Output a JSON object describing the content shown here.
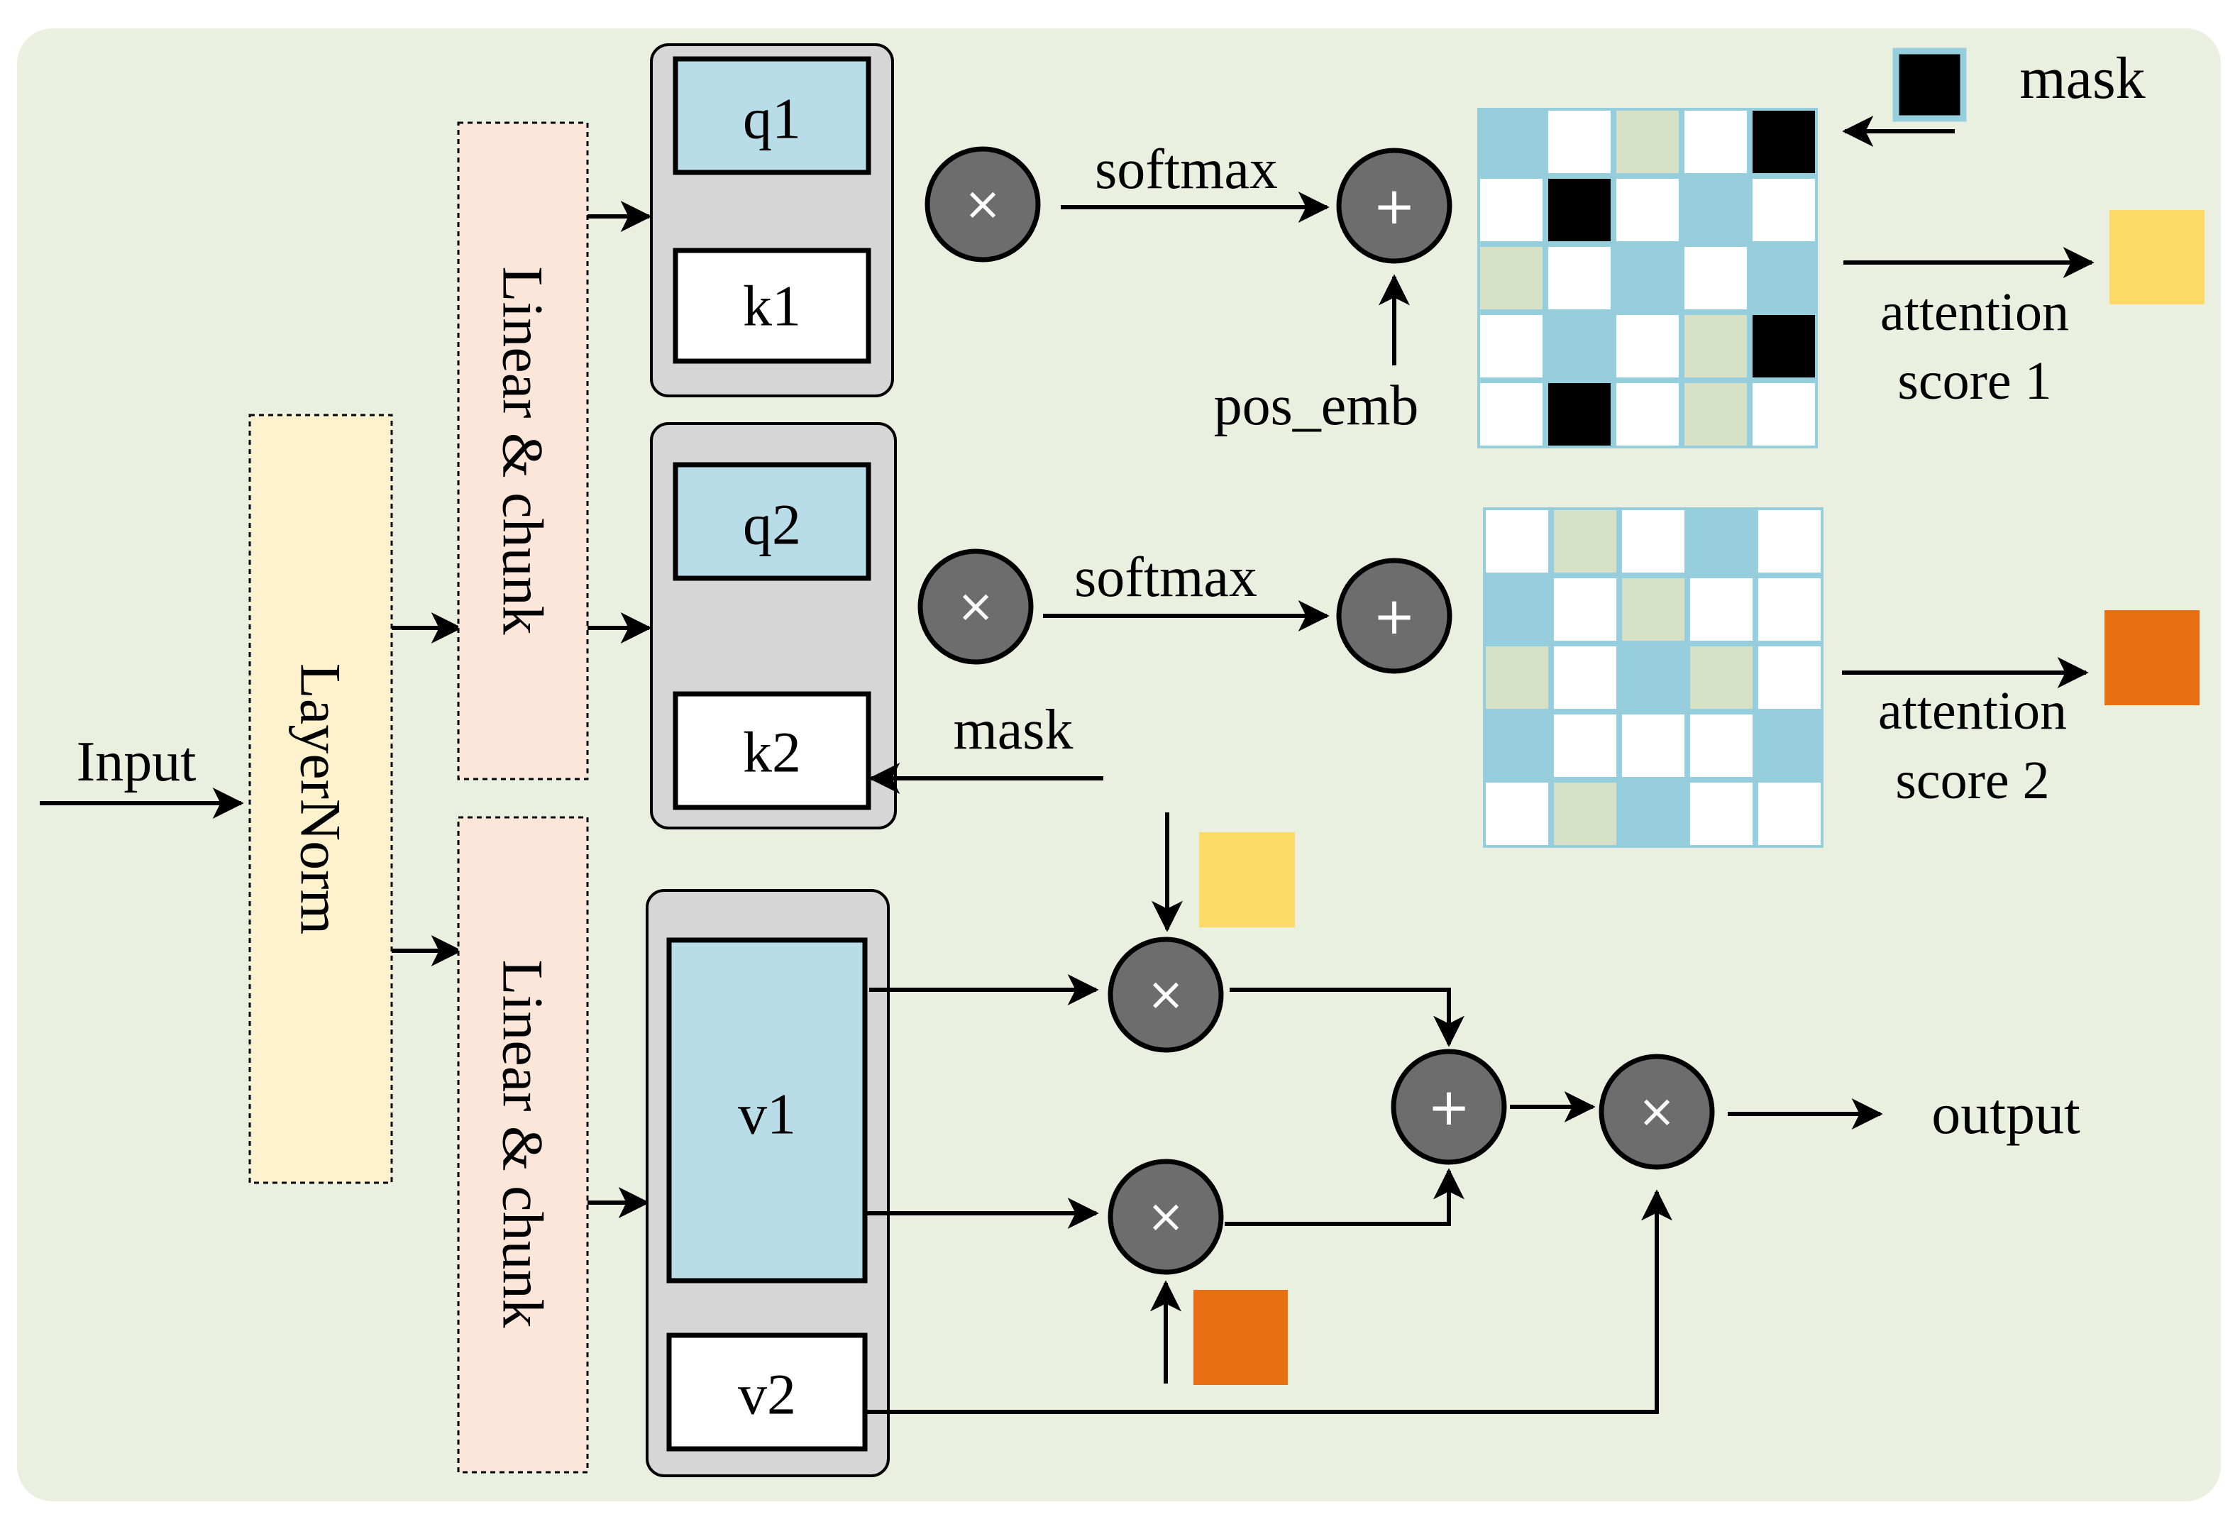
{
  "colors": {
    "background": "#e9f0e0",
    "box_blue": "#b9dde8",
    "grid_blue": "#96cedd",
    "grid_green": "#d6e0c4",
    "layernorm_fill": "#fdf2cd",
    "linear_fill": "#fbe6d9",
    "group_fill": "#d6d6d6",
    "op_fill": "#6d6d6d",
    "score1": "#fdd967",
    "score2": "#e87013",
    "mask_black": "#000000"
  },
  "labels": {
    "input": "Input",
    "layernorm": "LayerNorm",
    "linear_chunk": "Linear & chunk",
    "q1": "q1",
    "k1": "k1",
    "q2": "q2",
    "k2": "k2",
    "v1": "v1",
    "v2": "v2",
    "softmax": "softmax",
    "pos_emb": "pos_emb",
    "mask": "mask",
    "attention_score_1": [
      "attention",
      "score 1"
    ],
    "attention_score_2": [
      "attention",
      "score 2"
    ],
    "output": "output"
  },
  "operators": {
    "multiply": "×",
    "add": "+"
  },
  "icons": {
    "multiply": "multiply-operator-icon",
    "add": "add-operator-icon",
    "mask_legend": "mask-square-icon"
  },
  "grid1": [
    [
      "b",
      "w",
      "g",
      "w",
      "k"
    ],
    [
      "w",
      "k",
      "w",
      "b",
      "w"
    ],
    [
      "g",
      "w",
      "b",
      "w",
      "b"
    ],
    [
      "w",
      "b",
      "w",
      "g",
      "k"
    ],
    [
      "w",
      "k",
      "w",
      "g",
      "w"
    ]
  ],
  "grid2": [
    [
      "w",
      "g",
      "w",
      "b",
      "w"
    ],
    [
      "b",
      "w",
      "g",
      "w",
      "w"
    ],
    [
      "g",
      "w",
      "b",
      "g",
      "w"
    ],
    [
      "b",
      "w",
      "w",
      "w",
      "b"
    ],
    [
      "w",
      "g",
      "b",
      "w",
      "w"
    ]
  ]
}
